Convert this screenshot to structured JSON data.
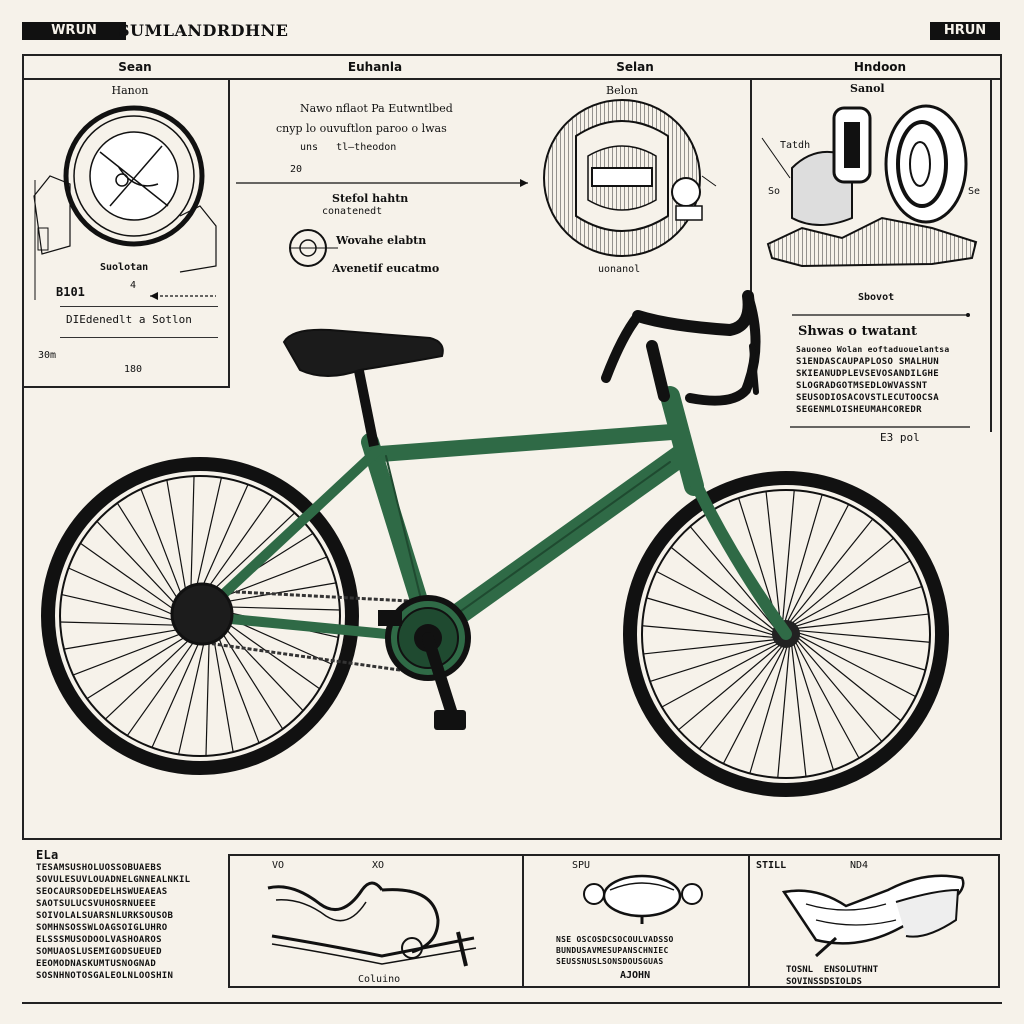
{
  "header": {
    "tag_left": "WRUN",
    "title": "SUMLANDRDHNE",
    "tag_right": "HRUN"
  },
  "columns": [
    "Sean",
    "Euhanla",
    "Selan",
    "Hndoon"
  ],
  "panel_left": {
    "heading": "Hanon",
    "caption_1": "Suolotan",
    "ref": "B101",
    "ref_mark": "4",
    "box_text": "DIEdenedlt a Sotlon",
    "scale_left": "30m",
    "scale_bottom": "180"
  },
  "center_notes": {
    "line_1": "Nawo nflaot Pa Eutwntlbed",
    "line_2": "cnyp lo ouvuftlon paroo o lwas",
    "line_3": "uns   tl—theodon",
    "marker": "20",
    "note_title": "Stefol hahtn",
    "note_sub": "conatenedt",
    "note_2a": "Wovahe elabtn",
    "note_2b": "Avenetif eucatmo"
  },
  "panel_sphere": {
    "heading": "Belon",
    "caption": "uonanol"
  },
  "panel_right_top": {
    "heading": "Sanol",
    "label_left": "Tatdh",
    "label_small_1": "So",
    "label_small_2": "Se",
    "caption": "Sbovot"
  },
  "spec_block": {
    "title": "Shwas o twatant",
    "lines": [
      "Sauoneo Wolan eoftaduouelantsa",
      "S1ENDASCAUPAPLOSO SMALHUN",
      "SKIEANUDPLEVSEVOSANDILGHE",
      "SLOGRADGOTMSEDLOWVASSNT",
      "SEUSODIOSACOVSTLECUTOOCSA",
      "SEGENMLOISHEUMAHCOREDR"
    ],
    "footer": "E3 pol"
  },
  "bottom_text": {
    "heading": "ELa",
    "lines": [
      "TESAMSUSHOLUOSSOBUAEBS",
      "SOVULESUVLOUADNELGNNEALNKIL",
      "SEOCAURSODEDELHSWUEAEAS",
      "SAOTSULUCSVUHOSRNUEEE",
      "SOIVOLALSUARSNLURKSOUSOB",
      "SOMHNSOSSWLOAGSOIGLUHRO",
      "ELSSSMUSODOOLVASHOAROS",
      "SOMUAOSLUSEMIGODSUEUED",
      "EEOMODNASKUMTUSNOGNAD",
      "SOSNHNOTOSGALEOLNLOOSHIN"
    ]
  },
  "panel_handlebar": {
    "label_left": "VO",
    "label_right": "XO",
    "caption": "Coluino"
  },
  "panel_seat": {
    "label": "SPU",
    "lines": [
      "NSE OSCOSDCSOCOULVADSSO",
      "BUNDUSAVMESUPANSCHNIEC",
      "SEUSSNUSLSONSDOUSGUAS"
    ],
    "caption": "AJOHN"
  },
  "panel_saddle": {
    "label_left": "STILL",
    "label_right": "ND4",
    "caption_1": "TOSNL  ENSOLUTHNT",
    "caption_2": "SOVINSSDSIOLDS"
  },
  "colors": {
    "ink": "#111111",
    "paper": "#f6f2ea",
    "frame_green": "#2f6a46",
    "frame_green_dark": "#1f4a30"
  }
}
